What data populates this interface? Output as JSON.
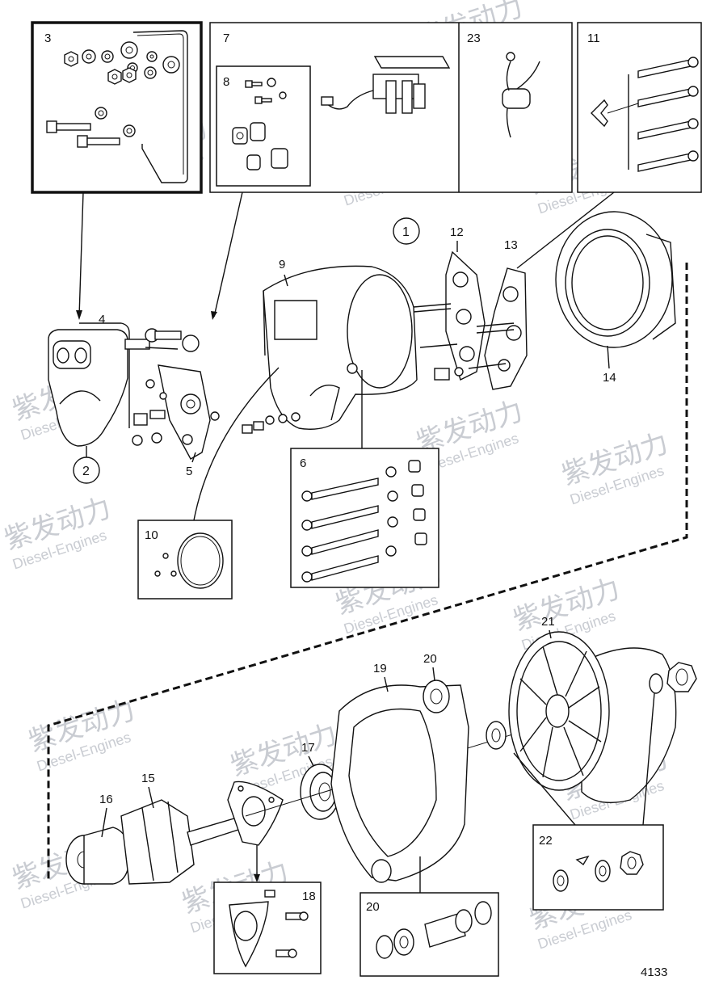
{
  "watermark": {
    "brand_cn": "紫发动力",
    "brand_en": "Diesel-Engines"
  },
  "drawing_number": "4133",
  "callouts": {
    "c1": "1",
    "c2": "2",
    "c3": "3",
    "c4": "4",
    "c5": "5",
    "c6": "6",
    "c7": "7",
    "c8": "8",
    "c9": "9",
    "c10": "10",
    "c11": "11",
    "c12": "12",
    "c13": "13",
    "c14": "14",
    "c15": "15",
    "c16": "16",
    "c17": "17",
    "c18": "18",
    "c19": "19",
    "c20a": "20",
    "c20b": "20",
    "c21": "21",
    "c22": "22",
    "c23": "23"
  }
}
